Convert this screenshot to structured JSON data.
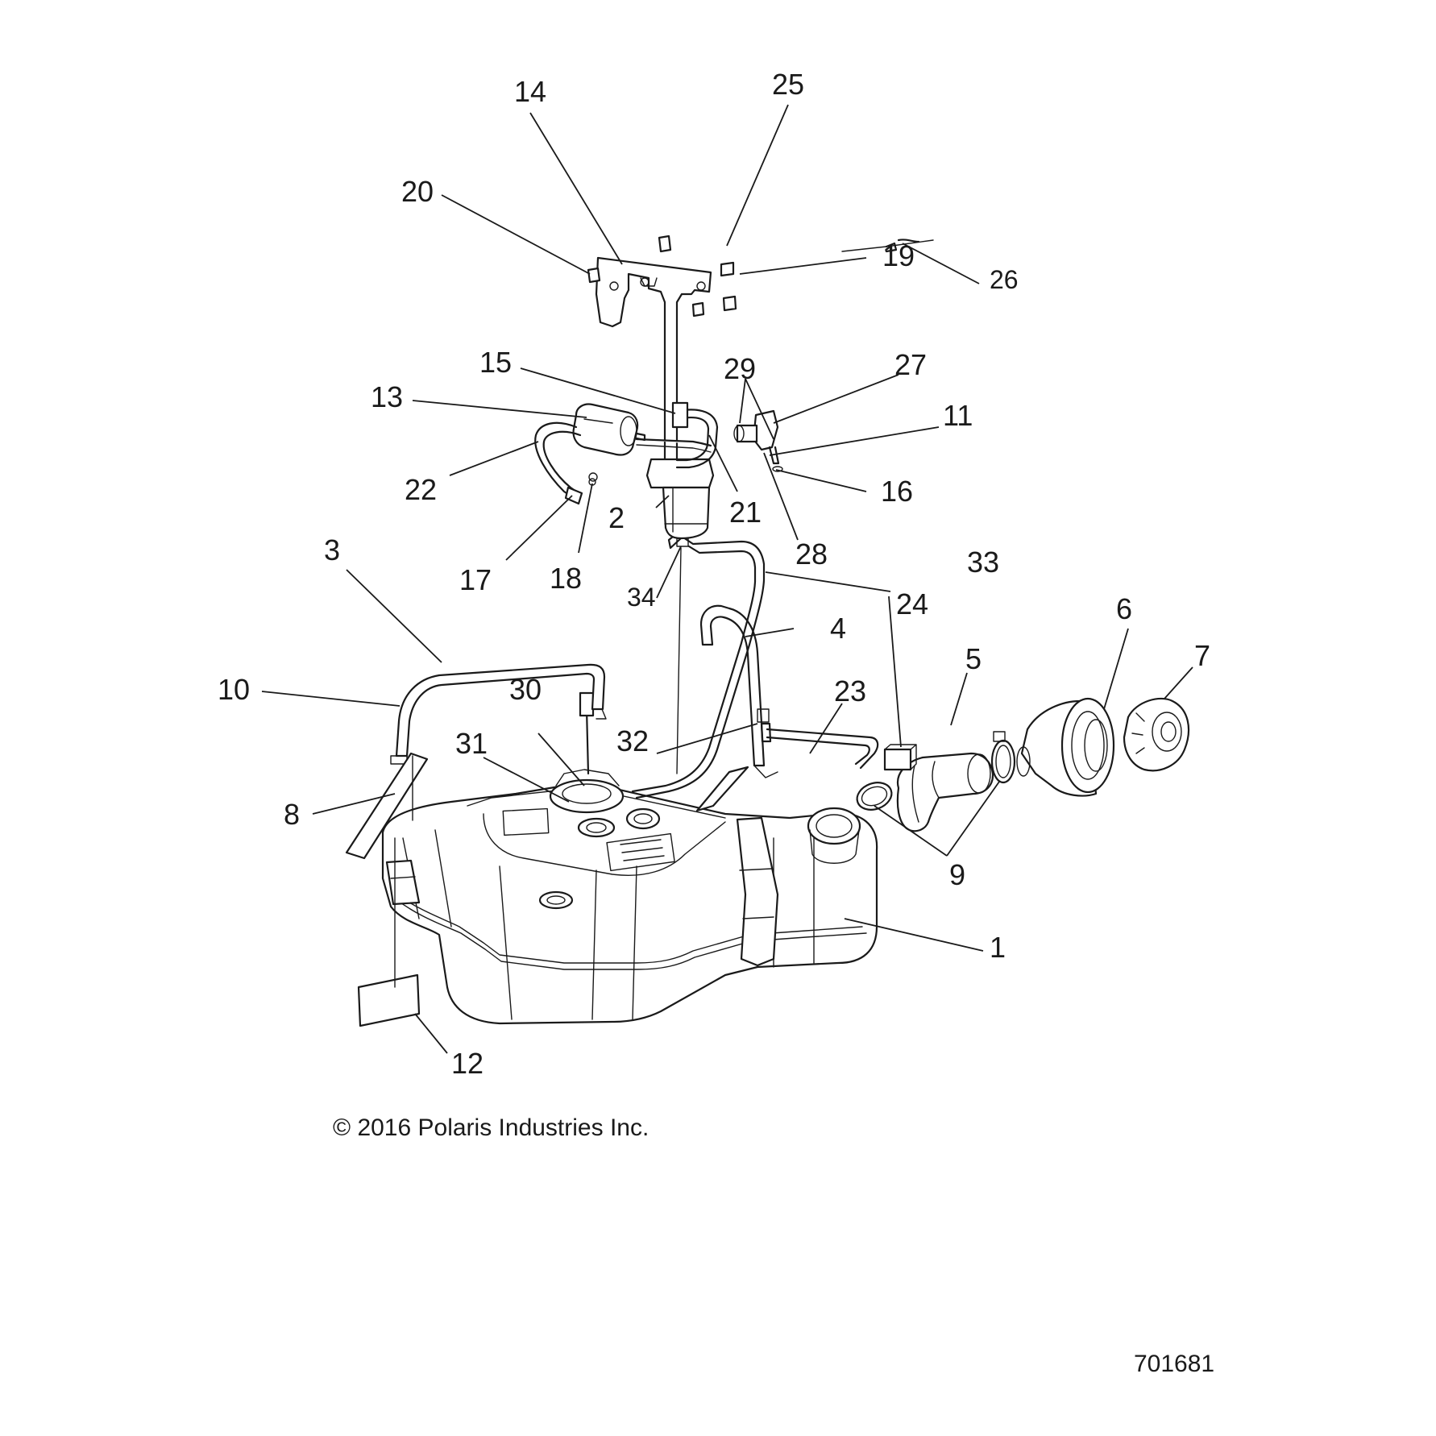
{
  "callouts": {
    "c1": "1",
    "c2": "2",
    "c3": "3",
    "c4": "4",
    "c5": "5",
    "c6": "6",
    "c7": "7",
    "c8": "8",
    "c9": "9",
    "c10": "10",
    "c11": "11",
    "c12": "12",
    "c13": "13",
    "c14": "14",
    "c15": "15",
    "c16": "16",
    "c17": "17",
    "c18": "18",
    "c19": "19",
    "c20": "20",
    "c21": "21",
    "c22": "22",
    "c23": "23",
    "c24": "24",
    "c25": "25",
    "c26": "26",
    "c27": "27",
    "c28": "28",
    "c29": "29",
    "c30": "30",
    "c31": "31",
    "c32": "32",
    "c33": "33",
    "c34": "34"
  },
  "footer": {
    "copyright": "© 2016 Polaris Industries Inc.",
    "figure_number": "701681"
  }
}
